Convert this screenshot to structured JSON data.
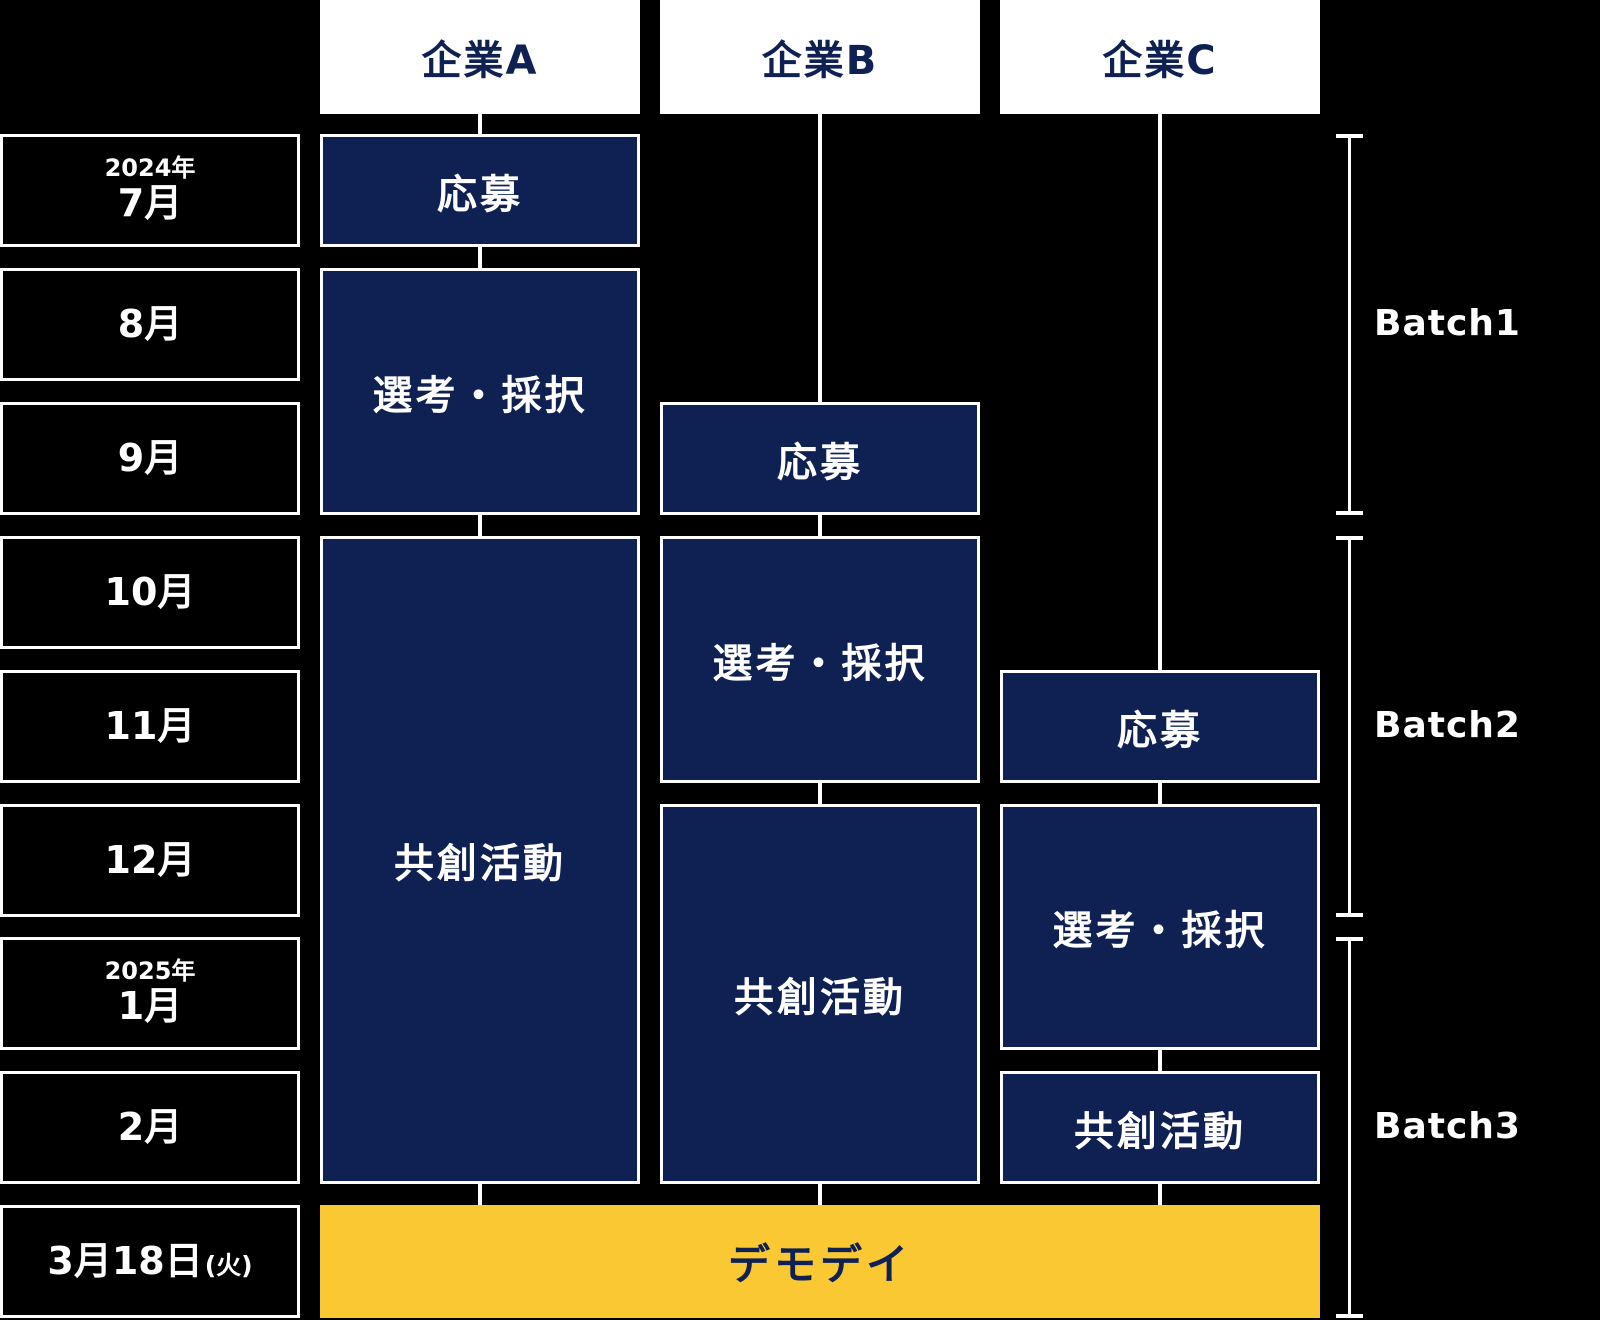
{
  "diagram": {
    "companies": [
      {
        "label": "企業A"
      },
      {
        "label": "企業B"
      },
      {
        "label": "企業C"
      }
    ],
    "months": [
      {
        "year": "2024年",
        "label": "7月"
      },
      {
        "label": "8月"
      },
      {
        "label": "9月"
      },
      {
        "label": "10月"
      },
      {
        "label": "11月"
      },
      {
        "label": "12月"
      },
      {
        "year": "2025年",
        "label": "1月"
      },
      {
        "label": "2月"
      },
      {
        "label": "3月18日",
        "note": "(火)"
      }
    ],
    "phases": {
      "a": [
        {
          "label": "応募"
        },
        {
          "label": "選考・採択"
        },
        {
          "label": "共創活動"
        }
      ],
      "b": [
        {
          "label": "応募"
        },
        {
          "label": "選考・採択"
        },
        {
          "label": "共創活動"
        }
      ],
      "c": [
        {
          "label": "応募"
        },
        {
          "label": "選考・採択"
        },
        {
          "label": "共創活動"
        }
      ]
    },
    "demoday": {
      "label": "デモデイ"
    },
    "batches": [
      {
        "label": "Batch1"
      },
      {
        "label": "Batch2"
      },
      {
        "label": "Batch3"
      }
    ],
    "colors": {
      "background": "#000000",
      "navy": "#0e2152",
      "yellow": "#fac832",
      "white": "#ffffff"
    }
  }
}
